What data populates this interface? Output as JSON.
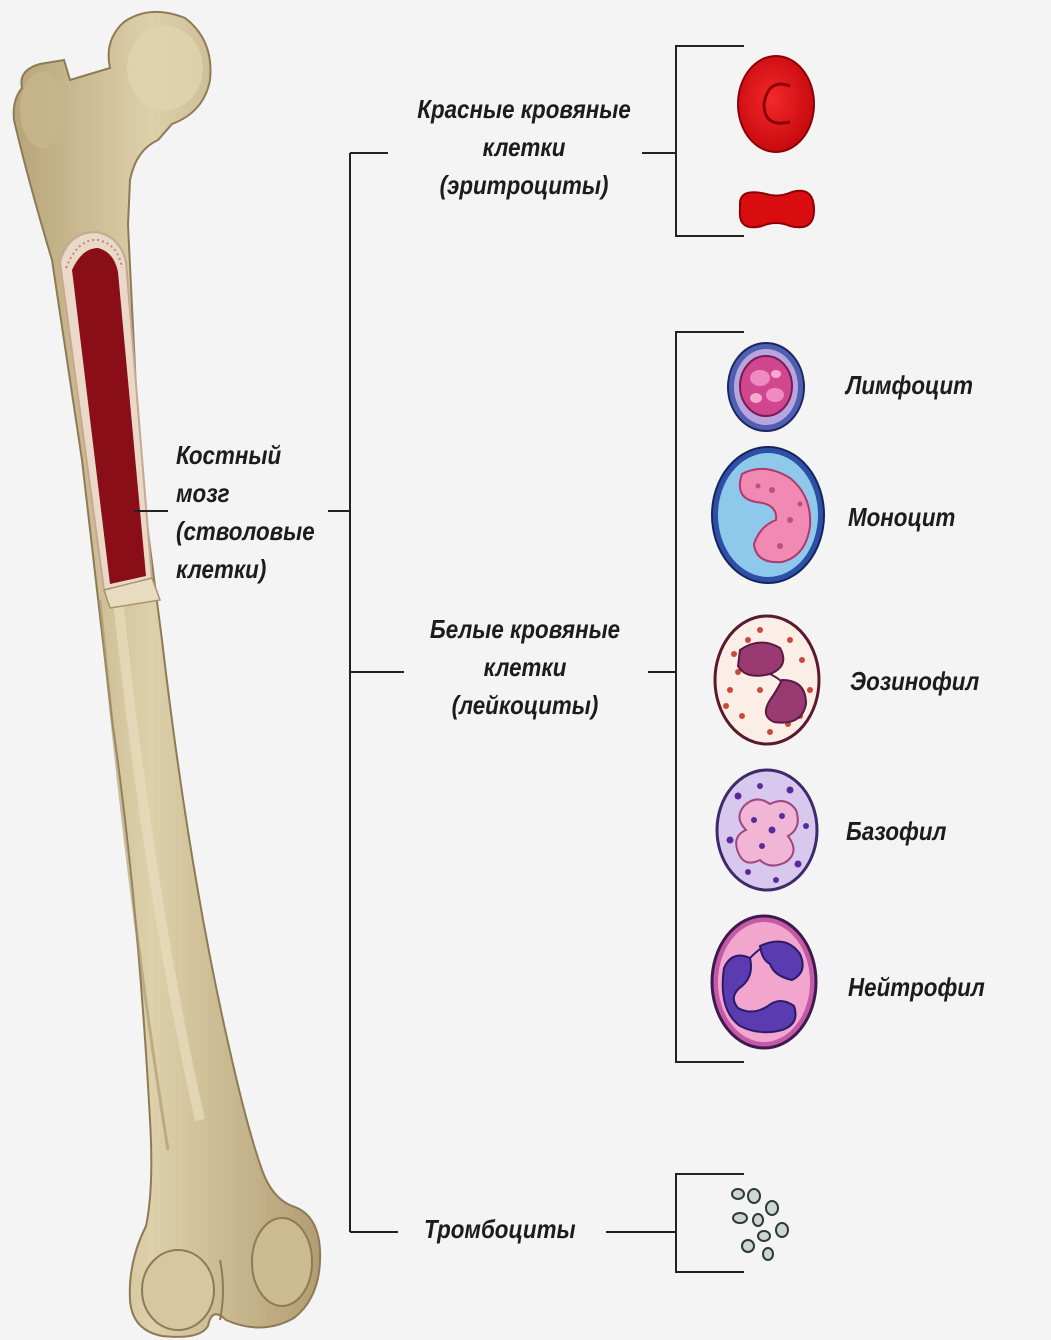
{
  "bone_marrow": {
    "line1": "Костный",
    "line2": "мозг",
    "line3": "(стволовые",
    "line4": "клетки)"
  },
  "red_cells": {
    "line1": "Красные кровяные",
    "line2": "клетки",
    "line3": "(эритроциты)"
  },
  "white_cells": {
    "line1": "Белые кровяные",
    "line2": "клетки",
    "line3": "(лейкоциты)"
  },
  "platelets": {
    "label": "Тромбоциты"
  },
  "leukocytes": {
    "lymphocyte": "Лимфоцит",
    "monocyte": "Моноцит",
    "eosinophil": "Эозинофил",
    "basophil": "Базофил",
    "neutrophil": "Нейтрофил"
  }
}
